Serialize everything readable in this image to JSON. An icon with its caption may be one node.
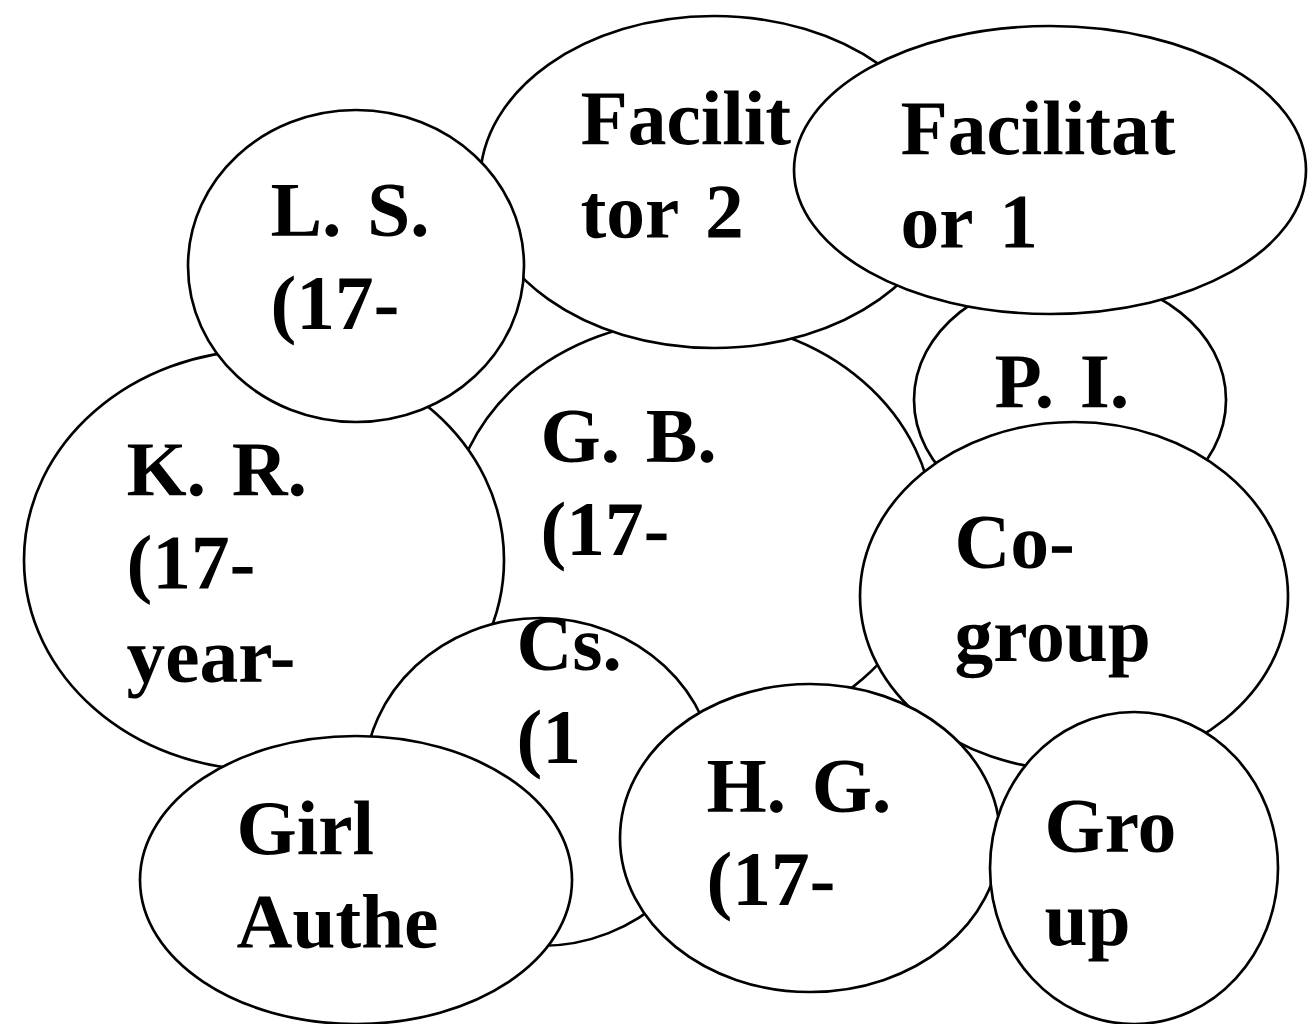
{
  "diagram": {
    "nodes": [
      {
        "text": [
          "Facilit tor 2"
        ]
      },
      {
        "text": [
          "Facilitat or 1"
        ]
      },
      {
        "text": [
          "L. S. (17-"
        ]
      },
      {
        "text": [
          "P. I."
        ]
      },
      {
        "text": [
          "K. R. (17- year-"
        ]
      },
      {
        "text": [
          "G. B. (17-"
        ]
      },
      {
        "text": [
          "Co- group"
        ]
      },
      {
        "text": [
          "Cs. (1"
        ]
      },
      {
        "text": [
          "Girl Authe"
        ]
      },
      {
        "text": [
          "H. G. (17-"
        ]
      },
      {
        "text": [
          "Gro up"
        ]
      }
    ]
  }
}
